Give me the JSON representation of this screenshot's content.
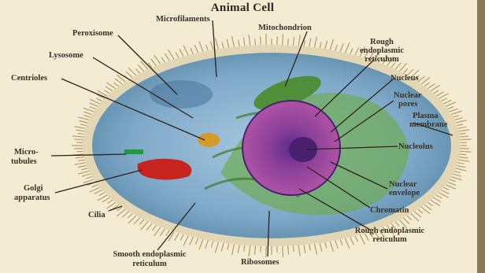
{
  "title": "Animal Cell",
  "labels": {
    "microfilaments": "Microfilaments",
    "peroxisome": "Peroxisome",
    "lysosome": "Lysosome",
    "centrioles": "Centrioles",
    "microtubules_1": "Micro-",
    "microtubules_2": "tubules",
    "golgi_1": "Golgi",
    "golgi_2": "apparatus",
    "cilia": "Cilia",
    "smooth_er_1": "Smooth endoplasmic",
    "smooth_er_2": "reticulum",
    "ribosomes": "Ribosomes",
    "mitochondrion": "Mitochondrion",
    "rough_er_top_1": "Rough",
    "rough_er_top_2": "endoplasmic",
    "rough_er_top_3": "reticulum",
    "nucleus": "Nucleus",
    "nuclear_pores_1": "Nuclear",
    "nuclear_pores_2": "pores",
    "plasma_membrane_1": "Plasma",
    "plasma_membrane_2": "membrane",
    "nucleolus": "Nucleolus",
    "nuclear_envelope_1": "Nuclear",
    "nuclear_envelope_2": "envelope",
    "chromatin": "Chromatin",
    "rough_er_bottom_1": "Rough endoplasmic",
    "rough_er_bottom_2": "reticulum"
  },
  "colors": {
    "background": "#f3ebd2",
    "cytoplasm": "#7fa9c9",
    "nucleus": "#8b3f93",
    "golgi": "#c8241f",
    "er": "#5fa53a",
    "cilia": "#b89a68"
  }
}
